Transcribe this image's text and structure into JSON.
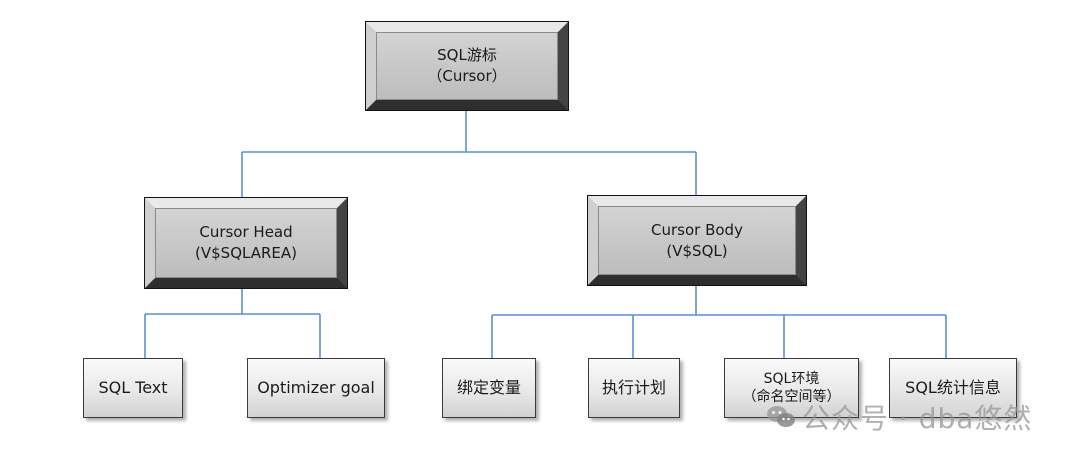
{
  "root": {
    "line1": "SQL游标",
    "line2": "（Cursor）"
  },
  "head": {
    "line1": "Cursor Head",
    "line2": "(V$SQLAREA)"
  },
  "body": {
    "line1": "Cursor Body",
    "line2": "(V$SQL)"
  },
  "head_children": [
    "SQL Text",
    "Optimizer goal"
  ],
  "body_children": {
    "bind_vars": "绑定变量",
    "exec_plan": "执行计划",
    "sql_env": {
      "line1": "SQL环境",
      "line2": "（命名空间等）"
    },
    "sql_stats": "SQL统计信息"
  },
  "watermark": {
    "text": "公众号 · dba悠然",
    "icon": "wechat-icon"
  },
  "colors": {
    "connector": "#5b8fd0",
    "box_fill": "#c7c7c7"
  }
}
